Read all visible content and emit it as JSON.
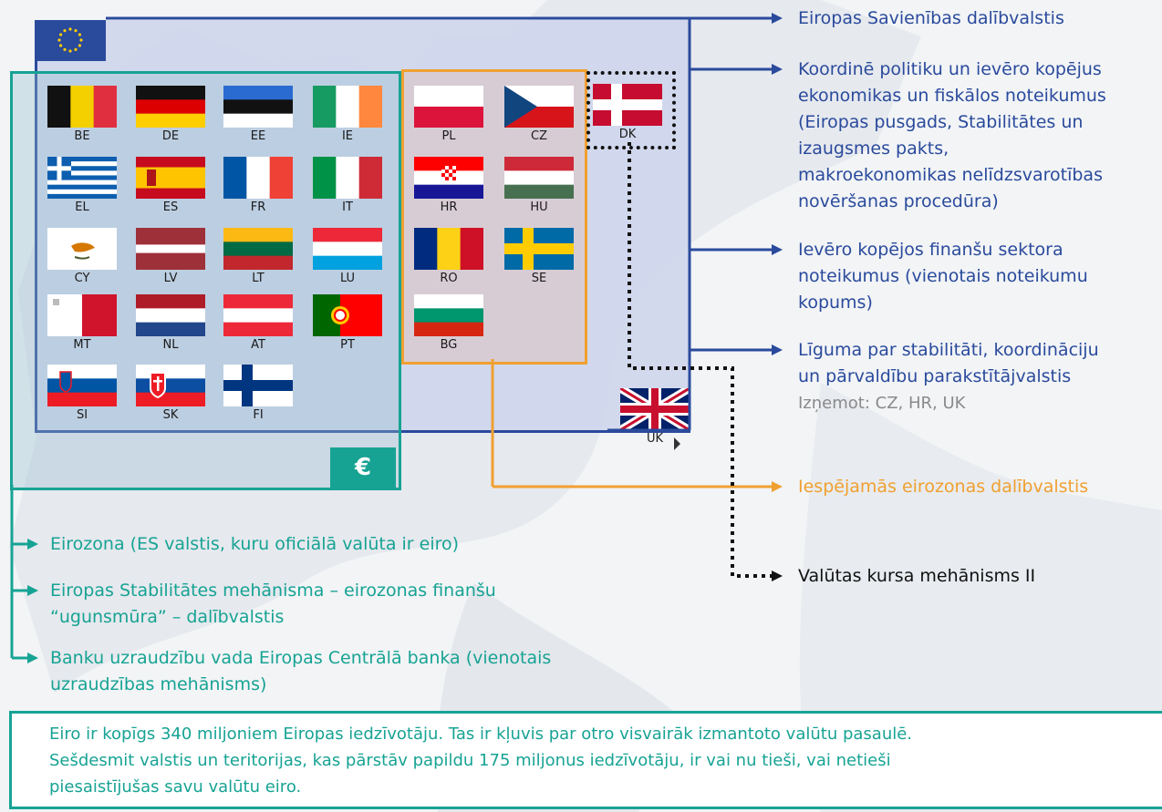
{
  "flags": {
    "eurozone": [
      {
        "code": "BE",
        "flag": "be"
      },
      {
        "code": "DE",
        "flag": "de"
      },
      {
        "code": "EE",
        "flag": "ee"
      },
      {
        "code": "IE",
        "flag": "ie"
      },
      {
        "code": "EL",
        "flag": "el"
      },
      {
        "code": "ES",
        "flag": "es"
      },
      {
        "code": "FR",
        "flag": "fr"
      },
      {
        "code": "IT",
        "flag": "it"
      },
      {
        "code": "CY",
        "flag": "cy"
      },
      {
        "code": "LV",
        "flag": "lv"
      },
      {
        "code": "LT",
        "flag": "lt"
      },
      {
        "code": "LU",
        "flag": "lu"
      },
      {
        "code": "MT",
        "flag": "mt"
      },
      {
        "code": "NL",
        "flag": "nl"
      },
      {
        "code": "AT",
        "flag": "at"
      },
      {
        "code": "PT",
        "flag": "pt"
      },
      {
        "code": "SI",
        "flag": "si"
      },
      {
        "code": "SK",
        "flag": "sk"
      },
      {
        "code": "FI",
        "flag": "fi"
      }
    ],
    "candidates": [
      {
        "code": "PL",
        "flag": "pl"
      },
      {
        "code": "CZ",
        "flag": "cz"
      },
      {
        "code": "HR",
        "flag": "hr"
      },
      {
        "code": "HU",
        "flag": "hu"
      },
      {
        "code": "RO",
        "flag": "ro"
      },
      {
        "code": "SE",
        "flag": "se"
      },
      {
        "code": "BG",
        "flag": "bg"
      }
    ],
    "dk": {
      "code": "DK",
      "flag": "dk"
    },
    "uk": {
      "code": "UK",
      "flag": "uk"
    }
  },
  "euro_symbol": "€",
  "right_labels": {
    "eu_members": "Eiropas Savienības dalībvalstis",
    "coordination": [
      "Koordinē politiku un ievēro kopējus",
      "ekonomikas un fiskālos noteikumus",
      "(Eiropas pusgads, Stabilitātes un",
      "izaugsmes pakts,",
      "makroekonomikas nelīdzsvarotības",
      "novēršanas procedūra)"
    ],
    "financial_rules": [
      "Ievēro kopējos finanšu sektora",
      "noteikumus (vienotais noteikumu",
      "kopums)"
    ],
    "treaty": [
      "Līguma par stabilitāti, koordināciju",
      "un pārvaldību parakstītājvalstis"
    ],
    "treaty_exceptions": "Izņemot: CZ, HR, UK",
    "possible_eurozone": "Iespējamās eirozonas dalībvalstis",
    "erm2": "Valūtas kursa mehānisms II"
  },
  "left_labels": {
    "eurozone": "Eirozona (ES valstis, kuru oficiālā valūta ir eiro)",
    "esm": [
      "Eiropas Stabilitātes mehānisma – eirozonas finanšu",
      "“ugunsmūra” – dalībvalstis"
    ],
    "ssm": [
      "Banku uzraudzību vada Eiropas Centrālā banka (vienotais",
      "uzraudzības mehānisms)"
    ]
  },
  "bottom_note": [
    "Eiro ir kopīgs 340 miljoniem Eiropas iedzīvotāju. Tas ir kļuvis par otro visvairāk izmantoto valūtu pasaulē.",
    "Sešdesmit valstis un teritorijas, kas pārstāv papildu 175 miljonus iedzīvotāju, ir vai nu tieši, vai netieši",
    "piesaistījušas savu valūtu eiro."
  ],
  "colors": {
    "eu_blue": "#2a4a9c",
    "eurozone_teal": "#17a394",
    "candidate_orange": "#f0a030",
    "erm_black": "#111111"
  }
}
